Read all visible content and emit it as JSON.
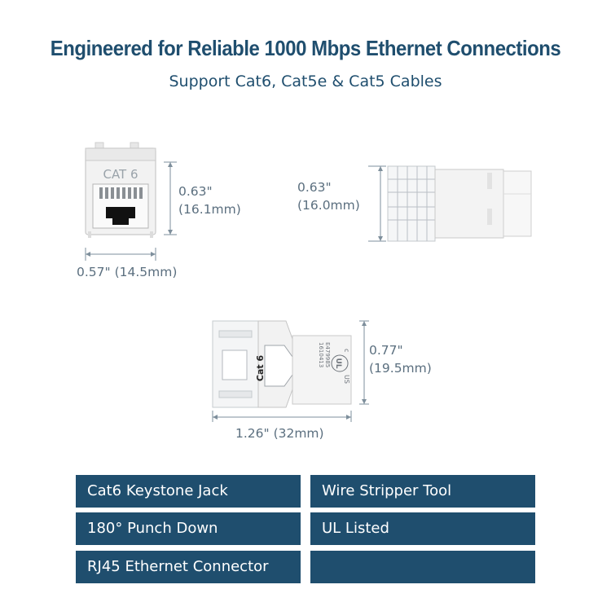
{
  "header": {
    "title": "Engineered for Reliable 1000 Mbps Ethernet Connections",
    "subtitle": "Support Cat6, Cat5e & Cat5 Cables"
  },
  "front_view": {
    "label": "CAT 6",
    "height_in": "0.63\"",
    "height_mm": "(16.1mm)",
    "width": "0.57\" (14.5mm)"
  },
  "side_view": {
    "height_in": "0.63\"",
    "height_mm": "(16.0mm)"
  },
  "top_view": {
    "label": "Cat 6",
    "cert_number": "E479985",
    "lot_code": "1610413",
    "ul_c": "c",
    "ul_mark": "UL",
    "ul_us": "US",
    "height_in": "0.77\"",
    "height_mm": "(19.5mm)",
    "length": "1.26\" (32mm)"
  },
  "features": [
    "Cat6 Keystone Jack",
    "Wire Stripper Tool",
    "180° Punch Down",
    "UL Listed",
    "RJ45 Ethernet Connector",
    ""
  ],
  "colors": {
    "accent": "#1f4e6e",
    "dimension_text": "#5b6f7f",
    "dimension_line": "#7e8f9c"
  }
}
